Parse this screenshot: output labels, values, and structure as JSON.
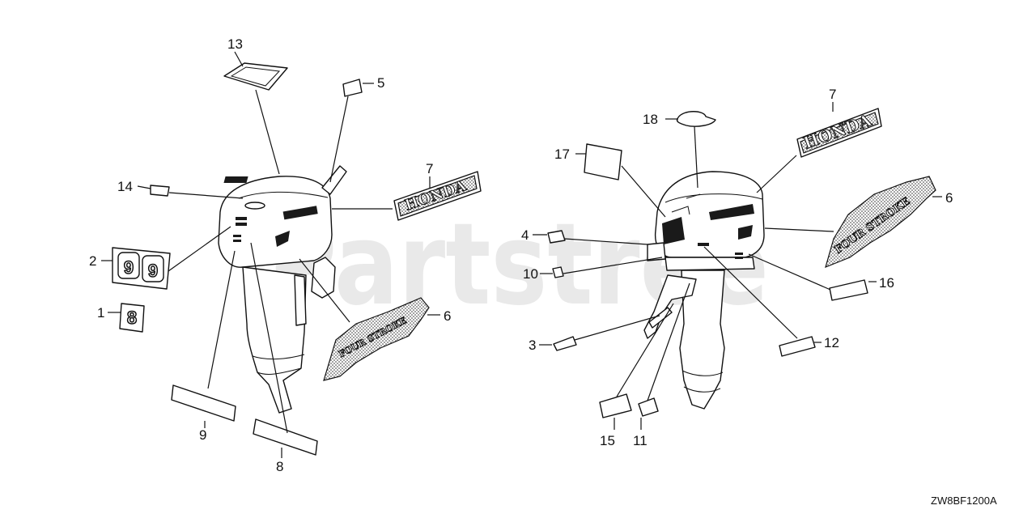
{
  "diagram": {
    "watermark": "Partstree",
    "diagram_code": "ZW8BF1200A",
    "brand_decal_text": "HONDA",
    "stripe_decal_text": "FOUR STROKE",
    "callouts": {
      "c1": "1",
      "c2": "2",
      "c3": "3",
      "c4": "4",
      "c5": "5",
      "c6a": "6",
      "c6b": "6",
      "c7a": "7",
      "c7b": "7",
      "c8": "8",
      "c9": "9",
      "c10": "10",
      "c11": "11",
      "c12": "12",
      "c13": "13",
      "c14": "14",
      "c15": "15",
      "c16": "16",
      "c17": "17",
      "c18": "18"
    },
    "badges": {
      "small": "8",
      "large": "9"
    }
  }
}
